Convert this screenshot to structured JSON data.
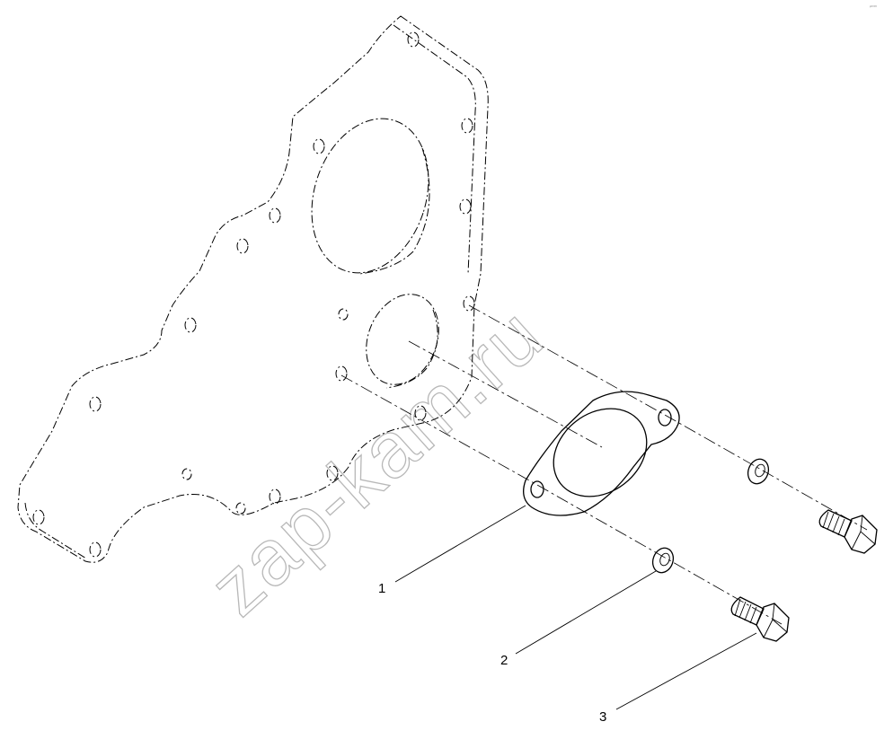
{
  "diagram": {
    "watermark": "zap-kam.ru",
    "corner_mark": "ᵖ⁰⁰⁰⁰",
    "callouts": [
      {
        "id": "1",
        "label": "1"
      },
      {
        "id": "2",
        "label": "2"
      },
      {
        "id": "3",
        "label": "3"
      }
    ]
  }
}
